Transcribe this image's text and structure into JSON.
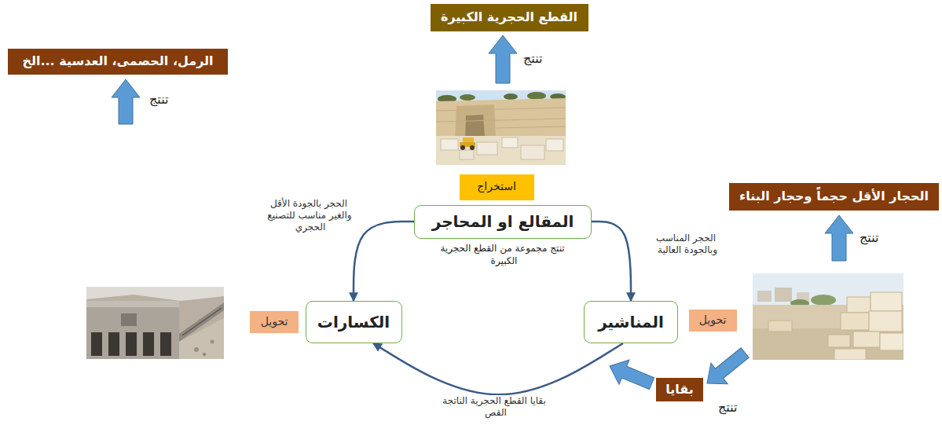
{
  "diagram": {
    "nodes": [
      {
        "text": [
          "القطع الحجرية الكبيرة"
        ]
      },
      {
        "text": [
          "استخراج"
        ]
      },
      {
        "text": [
          "المقالع او المحاجر"
        ]
      },
      {
        "text": [
          "الحجار الأقل حجماً وحجار البناء"
        ]
      },
      {
        "text": [
          "الرمل، الحصمى، العدسية ...الخ"
        ]
      },
      {
        "text": [
          "المناشير"
        ]
      },
      {
        "text": [
          "تحويل"
        ]
      },
      {
        "text": [
          "الكسارات"
        ]
      },
      {
        "text": [
          "تحويل"
        ]
      },
      {
        "text": [
          "بقايا"
        ]
      }
    ],
    "edges": [
      {
        "from": 2,
        "to": 5,
        "arrow": "to",
        "label": "الحجر المناسب وبالجودة العالية"
      },
      {
        "from": 2,
        "to": 7,
        "arrow": "to",
        "label": "الحجر بالجودة الأقل والغير مناسب للتصنيع الحجري"
      },
      {
        "from": 5,
        "to": 7,
        "arrow": "to",
        "label": "بقايا القطع الحجرية الناتجة القص"
      }
    ],
    "labels": [
      "تنتج",
      "تنتج مجموعة من القطع الحجرية الكبيرة",
      "تنتج",
      "تنتج",
      "تنتج"
    ]
  }
}
